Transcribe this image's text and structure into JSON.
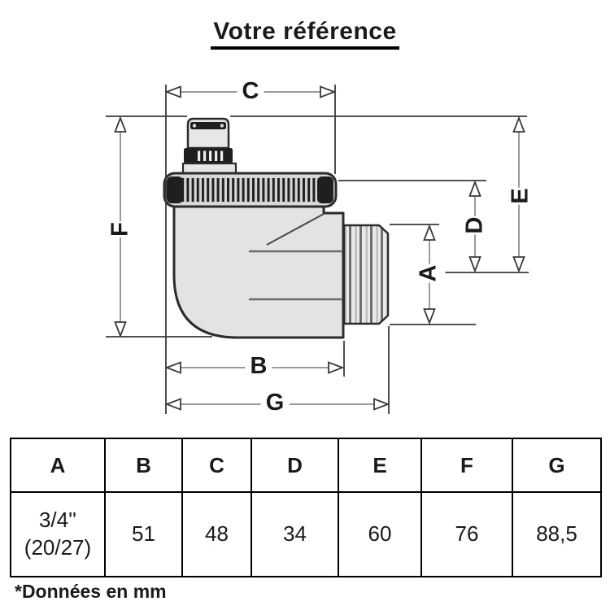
{
  "title": "Votre référence",
  "diagram": {
    "dim_labels": {
      "a": "A",
      "b": "B",
      "c": "C",
      "d": "D",
      "e": "E",
      "f": "F",
      "g": "G"
    }
  },
  "table": {
    "headers": [
      "A",
      "B",
      "C",
      "D",
      "E",
      "F",
      "G"
    ],
    "values": [
      "3/4''\n(20/27)",
      "51",
      "48",
      "34",
      "60",
      "76",
      "88,5"
    ]
  },
  "footnote": "*Données en mm",
  "colors": {
    "outline": "#2b2b2b",
    "body_fill": "#e3e3e3",
    "knurl_dark": "#1f1f1f",
    "dimension_line": "#9b9b9b",
    "extension_line": "#3a3a3a"
  }
}
